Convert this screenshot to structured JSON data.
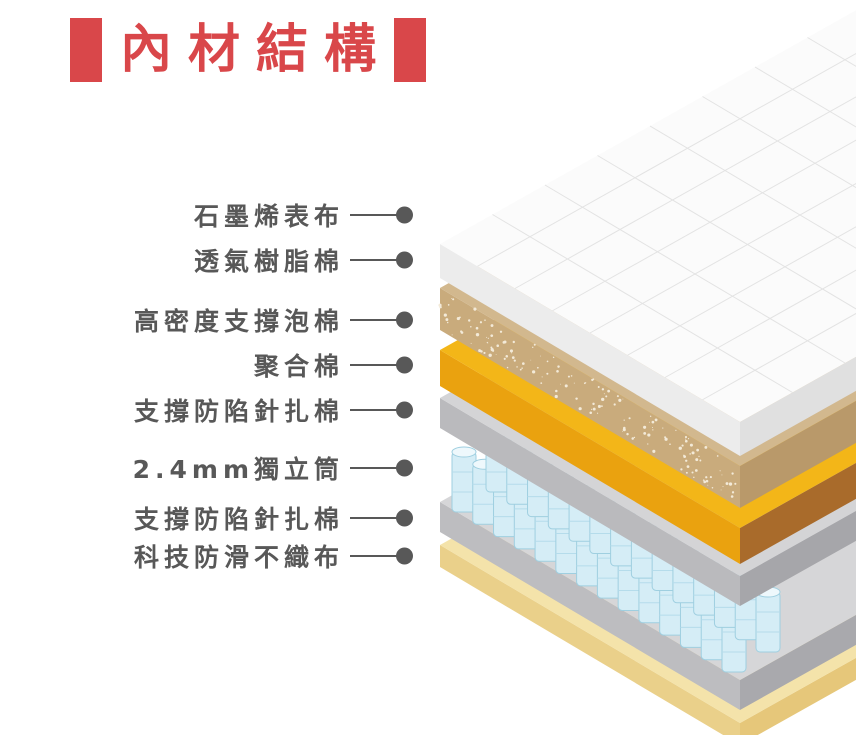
{
  "title": "內材結構",
  "layers": [
    {
      "label": "石墨烯表布"
    },
    {
      "label": "透氣樹脂棉"
    },
    {
      "label": "高密度支撐泡棉"
    },
    {
      "label": "聚合棉"
    },
    {
      "label": "支撐防陷針扎棉"
    },
    {
      "label": "2.4mm獨立筒"
    },
    {
      "label": "支撐防陷針扎棉"
    },
    {
      "label": "科技防滑不織布"
    }
  ]
}
